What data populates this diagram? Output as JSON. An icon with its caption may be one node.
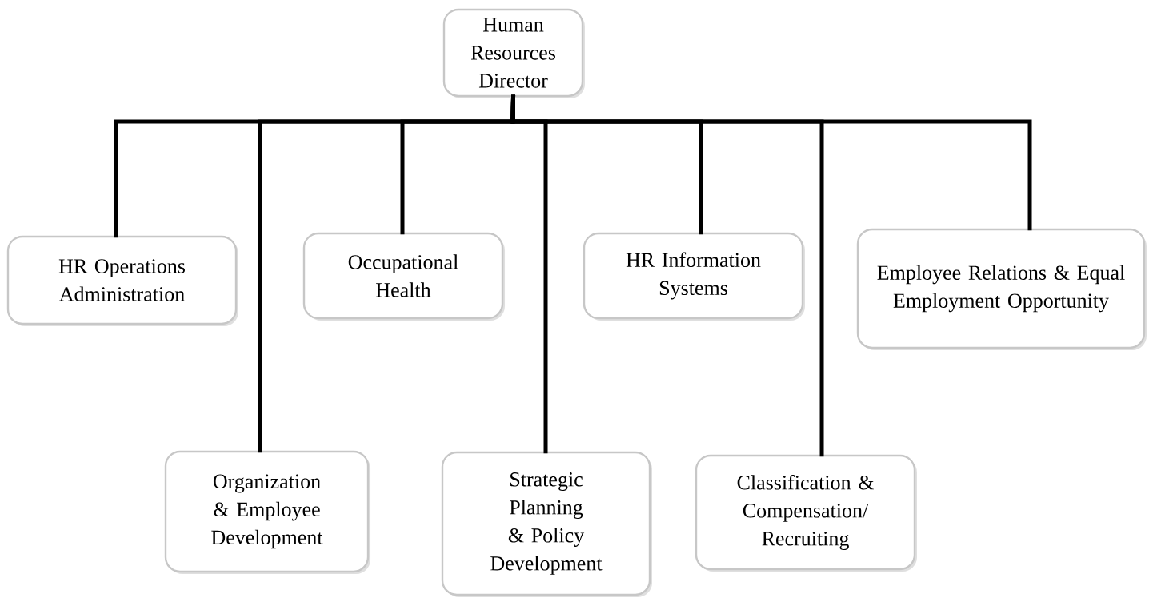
{
  "diagram": {
    "nodes": [
      {
        "text": [
          "Human Resources Director"
        ]
      },
      {
        "text": [
          "HR Operations Administration"
        ]
      },
      {
        "text": [
          "Organization & Employee Development"
        ]
      },
      {
        "text": [
          "Occupational Health"
        ]
      },
      {
        "text": [
          "Strategic Planning & Policy Development"
        ]
      },
      {
        "text": [
          "HR Information Systems"
        ]
      },
      {
        "text": [
          "Classification & Compensation/ Recruiting"
        ]
      },
      {
        "text": [
          "Employee Relations & Equal Employment Opportunity"
        ]
      }
    ],
    "edges": [
      {
        "from": 0,
        "to": 1,
        "arrow": "none"
      },
      {
        "from": 0,
        "to": 2,
        "arrow": "none"
      },
      {
        "from": 0,
        "to": 3,
        "arrow": "none"
      },
      {
        "from": 0,
        "to": 4,
        "arrow": "none"
      },
      {
        "from": 0,
        "to": 5,
        "arrow": "none"
      },
      {
        "from": 0,
        "to": 6,
        "arrow": "none"
      },
      {
        "from": 0,
        "to": 7,
        "arrow": "none"
      }
    ]
  }
}
